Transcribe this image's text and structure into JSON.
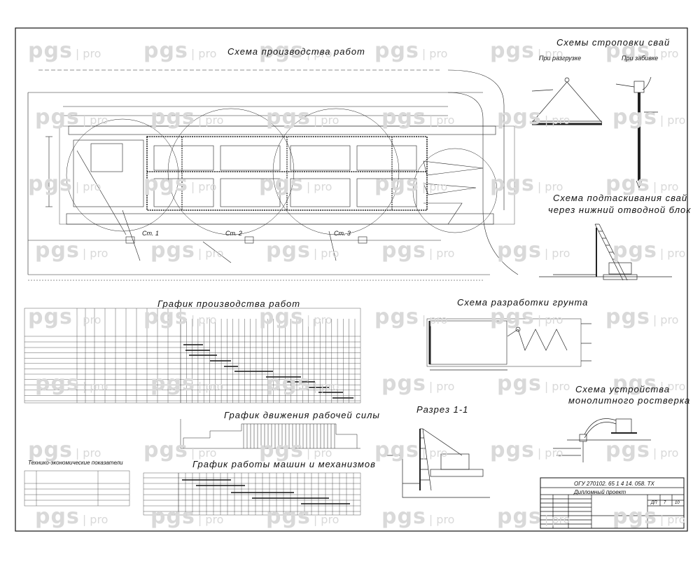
{
  "watermark": {
    "brand": "pgs",
    "sub": "pro"
  },
  "titles": {
    "work_scheme": "Схема производства работ",
    "sling_scheme": "Схемы строповки свай",
    "sling_unloading": "При разгрузке",
    "sling_driving": "При забивке",
    "pull_scheme_line1": "Схема подтаскивания свай",
    "pull_scheme_line2": "через нижний отводной блок",
    "work_schedule": "График производства работ",
    "soil_scheme": "Схема разработки грунта",
    "grillage_line1": "Схема устройства",
    "grillage_line2": "монолитного ростверка",
    "workforce_chart": "График движения рабочей силы",
    "machines_chart": "График работы машин и механизмов",
    "section": "Разрез 1-1",
    "tep": "Технико-экономические показатели"
  },
  "stations": [
    "Ст. 1",
    "Ст. 2",
    "Ст. 3"
  ],
  "stamp": {
    "code": "ОГУ 270102. 65 1 4 14. 058. ТХ",
    "project": "Дипломный проект",
    "stage": "ДП",
    "sheet": "7",
    "sheets": "10"
  },
  "colors": {
    "ink": "#111111",
    "watermark": "#d9d9d9",
    "paper": "#ffffff"
  }
}
